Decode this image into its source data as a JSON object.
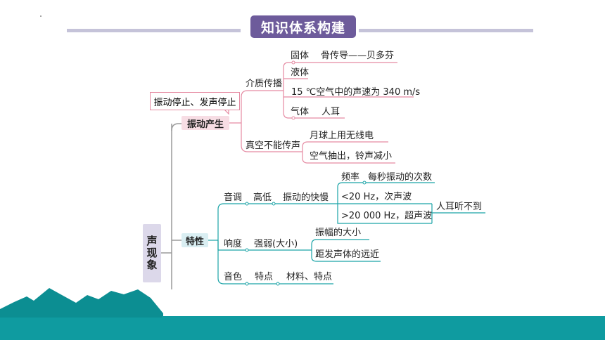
{
  "title": "知识体系构建",
  "colors": {
    "accent": "#6d5b9b",
    "pink": "#e58aa2",
    "teal": "#1aa3a6",
    "mountain": "#0c8e92"
  },
  "root": "声现象",
  "branch1": {
    "label": "振动产生",
    "callout": "振动停止、发声停止",
    "medium": {
      "label": "介质传播",
      "items": [
        "固体",
        "骨传导——贝多芬",
        "液体",
        "15 ℃空气中的声速为 340 m/s",
        "气体",
        "人耳"
      ]
    },
    "vacuum": {
      "label": "真空不能传声",
      "items": [
        "月球上用无线电",
        "空气抽出，铃声减小"
      ]
    }
  },
  "branch2": {
    "label": "特性",
    "pitch": {
      "label": "音调",
      "relation": "高低",
      "cause": "振动的快慢",
      "frequency": "频率",
      "frequency_def": "每秒振动的次数",
      "infrasound": "<20 Hz，次声波",
      "ultrasound": ">20 000 Hz，超声波",
      "inaudible": "人耳听不到"
    },
    "loudness": {
      "label": "响度",
      "relation": "强弱(大小)",
      "factor1": "振幅的大小",
      "factor2": "距发声体的远近"
    },
    "timbre": {
      "label": "音色",
      "relation": "特点",
      "detail": "材料、特点"
    }
  }
}
